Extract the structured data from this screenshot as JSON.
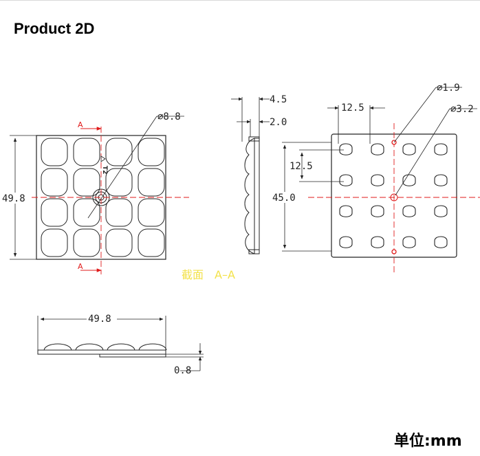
{
  "title": "Product 2D",
  "unit_label": "单位:mm",
  "colors": {
    "line": "#222222",
    "centerline": "#e01a1a",
    "section_label": "#f3e24a"
  },
  "front_view": {
    "height_dim": "49.8",
    "hole_dim": "⌀8.8",
    "mark_text": "T2",
    "section_top": "A",
    "section_bottom": "A"
  },
  "side_view": {
    "thickness_dim": "4.5",
    "base_dim": "2.0",
    "section_label": "截面　A–A"
  },
  "right_view": {
    "pitch_h_dim": "12.5",
    "pitch_v_dim": "12.5",
    "span_dim": "45.0",
    "small_hole_dim": "⌀1.9",
    "center_hole_dim": "⌀3.2"
  },
  "bottom_view": {
    "width_dim": "49.8",
    "flange_dim": "0.8"
  }
}
